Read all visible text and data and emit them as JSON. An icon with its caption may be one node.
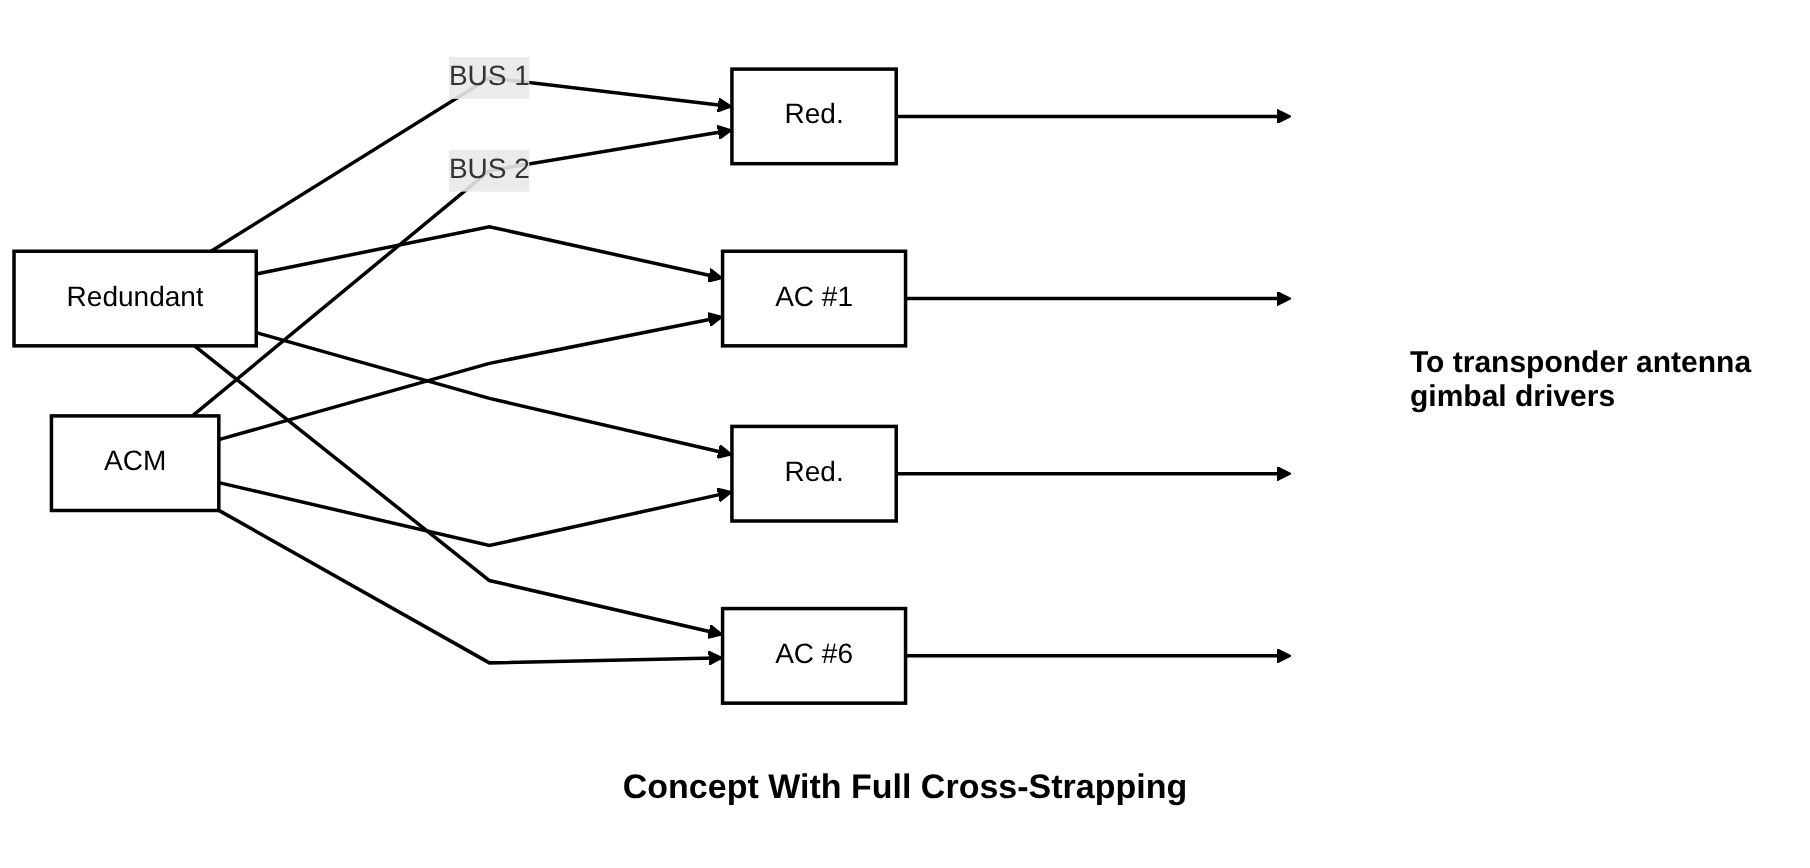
{
  "diagram": {
    "caption": "Concept With Full Cross-Strapping",
    "nodes": [
      {
        "text": [
          "Redundant"
        ]
      },
      {
        "text": [
          "ACM"
        ]
      },
      {
        "text": [
          "Red."
        ]
      },
      {
        "text": [
          "AC #1"
        ]
      },
      {
        "text": [
          "Red."
        ]
      },
      {
        "text": [
          "AC #6"
        ]
      }
    ],
    "edges": [
      {
        "from": 0,
        "to": 2,
        "arrow": "to",
        "label": "BUS 1"
      },
      {
        "from": 0,
        "to": 3,
        "arrow": "to"
      },
      {
        "from": 0,
        "to": 4,
        "arrow": "to"
      },
      {
        "from": 0,
        "to": 5,
        "arrow": "to"
      },
      {
        "from": 1,
        "to": 2,
        "arrow": "to",
        "label": "BUS 2"
      },
      {
        "from": 1,
        "to": 3,
        "arrow": "to"
      },
      {
        "from": 1,
        "to": 4,
        "arrow": "to"
      },
      {
        "from": 1,
        "to": 5,
        "arrow": "to"
      },
      {
        "from": 2,
        "to": null,
        "arrow": "to"
      },
      {
        "from": 3,
        "to": null,
        "arrow": "to"
      },
      {
        "from": 4,
        "to": null,
        "arrow": "to"
      },
      {
        "from": 5,
        "to": null,
        "arrow": "to"
      }
    ],
    "labels": [
      "To transponder antenna gimbal drivers"
    ]
  }
}
